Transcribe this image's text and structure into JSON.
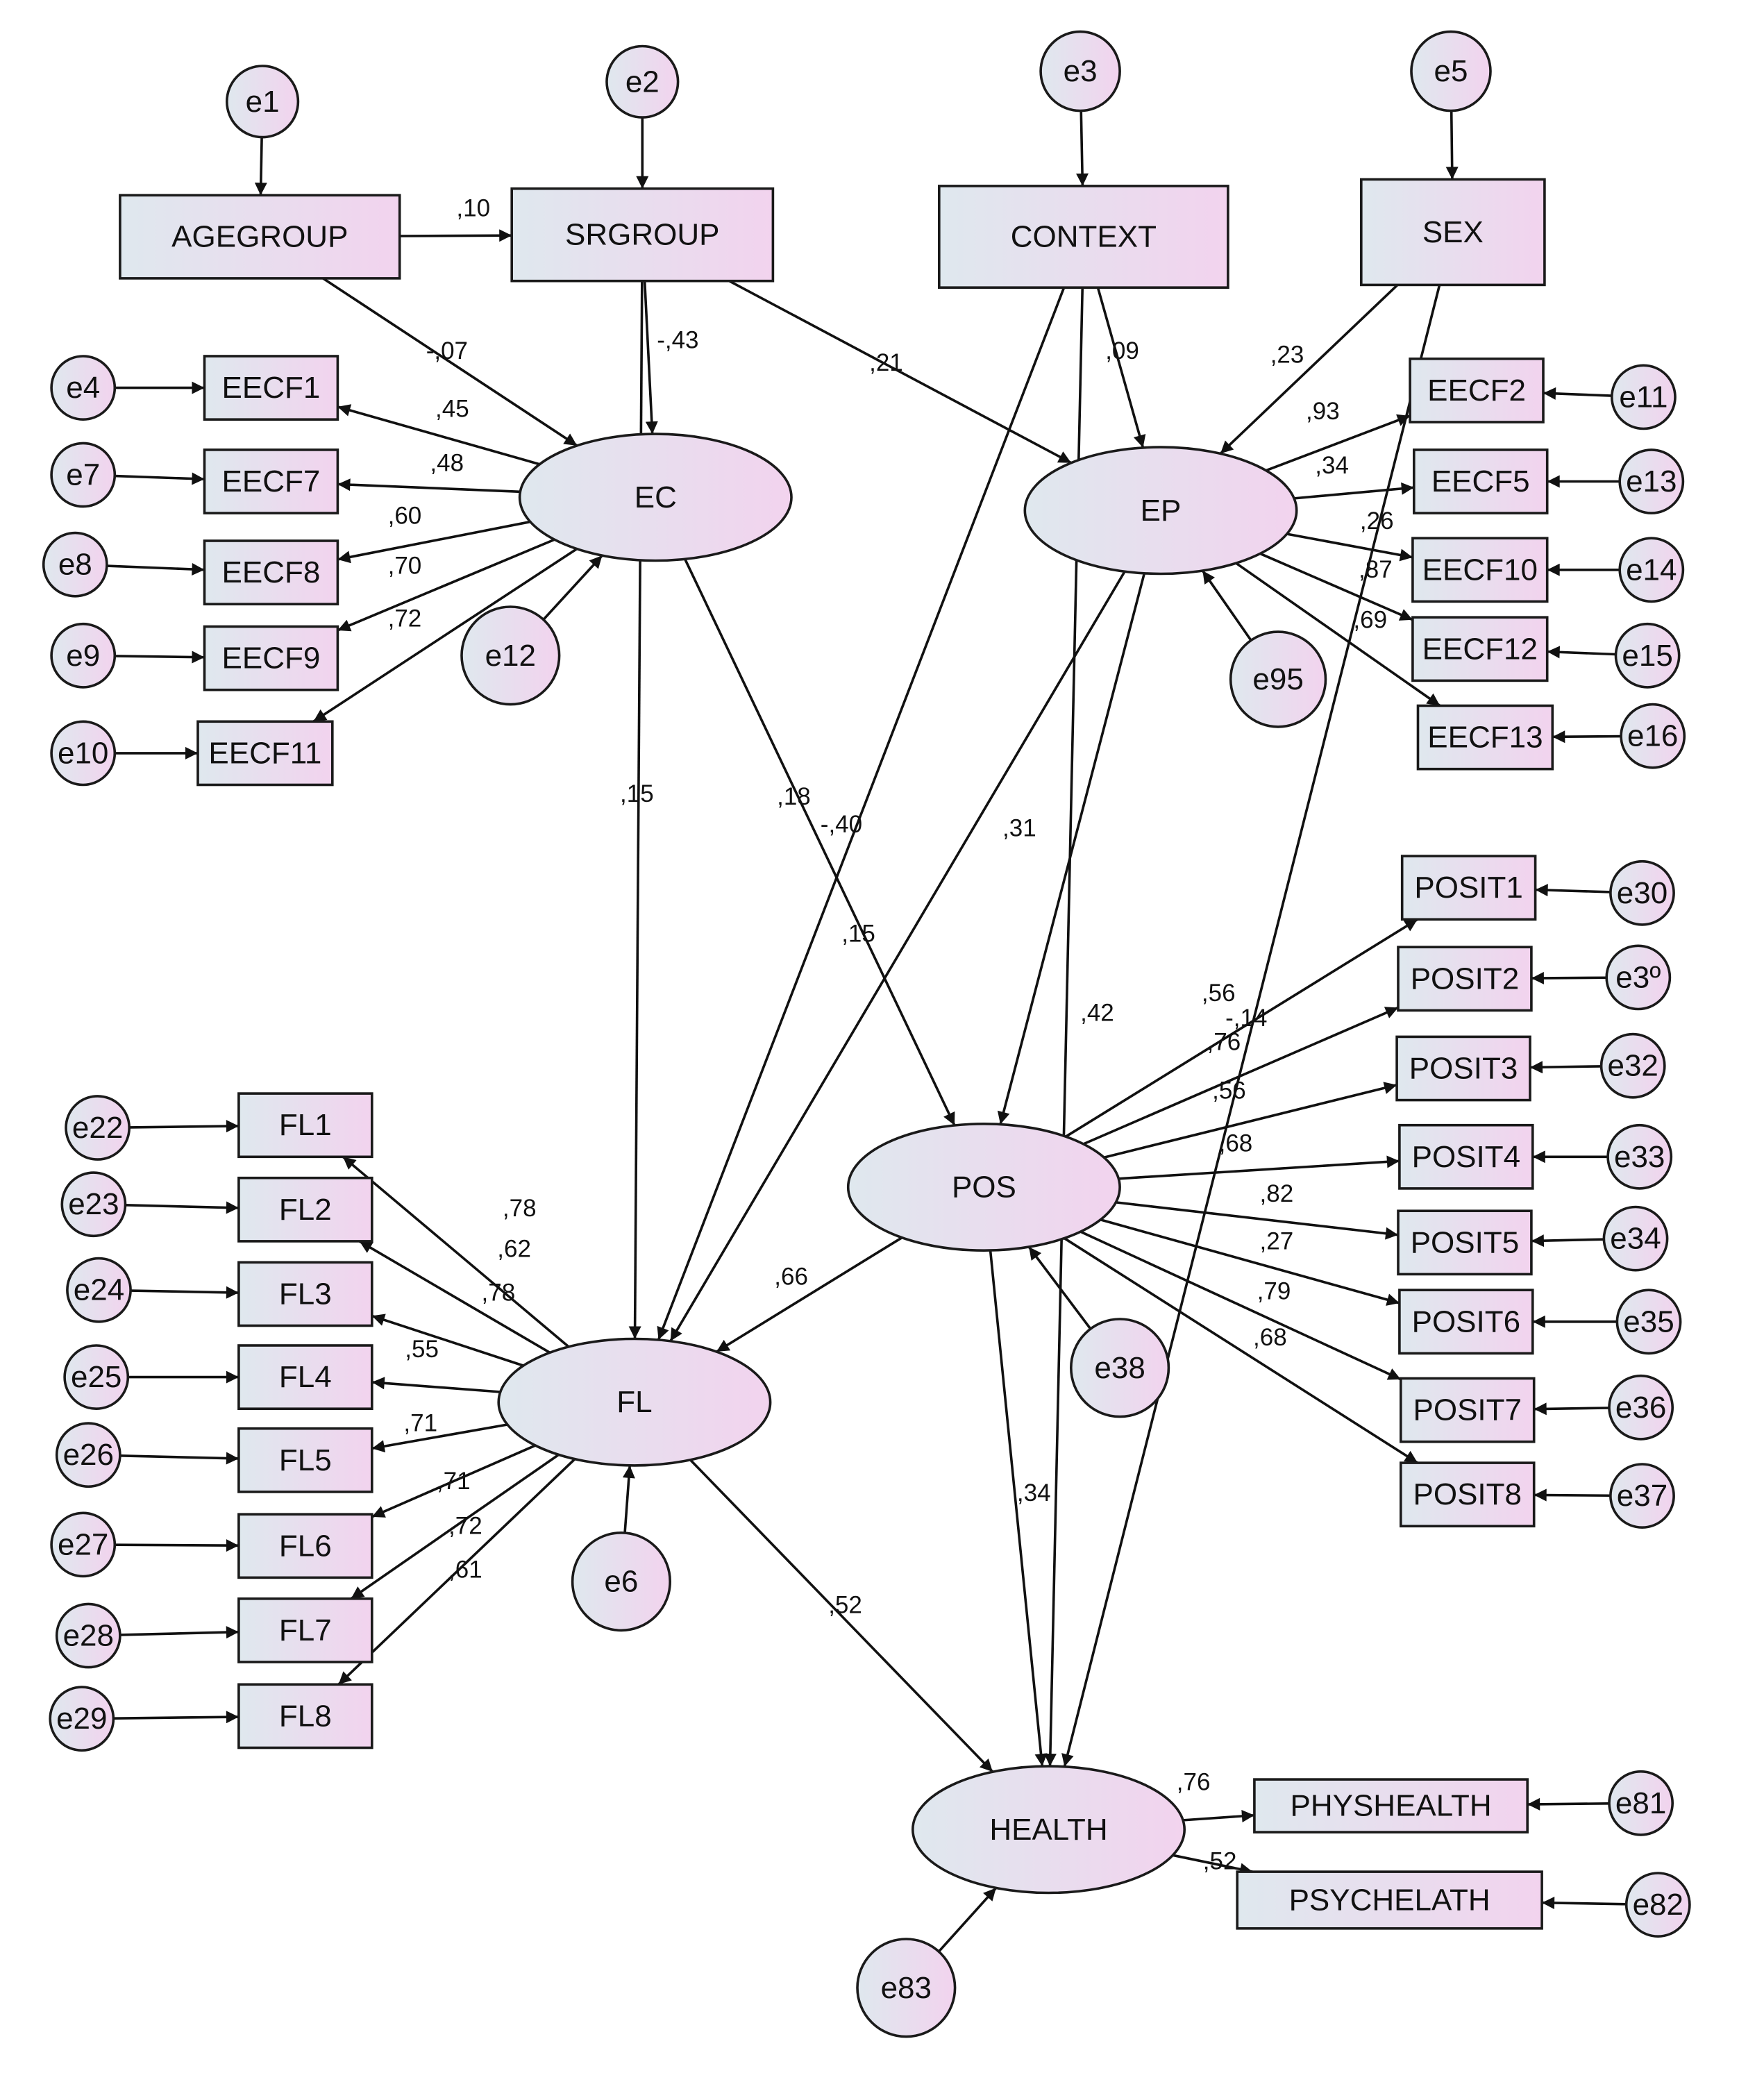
{
  "nodes": [
    {
      "id": "e1",
      "label": "e1",
      "type": "error"
    },
    {
      "id": "e2",
      "label": "e2",
      "type": "error"
    },
    {
      "id": "e3",
      "label": "e3",
      "type": "error"
    },
    {
      "id": "e5",
      "label": "e5",
      "type": "error"
    },
    {
      "id": "AGEGROUP",
      "label": "AGEGROUP",
      "type": "observed"
    },
    {
      "id": "SRGROUP",
      "label": "SRGROUP",
      "type": "observed"
    },
    {
      "id": "CONTEXT",
      "label": "CONTEXT",
      "type": "observed"
    },
    {
      "id": "SEX",
      "label": "SEX",
      "type": "observed"
    },
    {
      "id": "e4",
      "label": "e4",
      "type": "error"
    },
    {
      "id": "e7",
      "label": "e7",
      "type": "error"
    },
    {
      "id": "e8",
      "label": "e8",
      "type": "error"
    },
    {
      "id": "e9",
      "label": "e9",
      "type": "error"
    },
    {
      "id": "e10",
      "label": "e10",
      "type": "error"
    },
    {
      "id": "EECF1",
      "label": "EECF1",
      "type": "observed"
    },
    {
      "id": "EECF7",
      "label": "EECF7",
      "type": "observed"
    },
    {
      "id": "EECF8",
      "label": "EECF8",
      "type": "observed"
    },
    {
      "id": "EECF9",
      "label": "EECF9",
      "type": "observed"
    },
    {
      "id": "EECF11",
      "label": "EECF11",
      "type": "observed"
    },
    {
      "id": "EC",
      "label": "EC",
      "type": "latent"
    },
    {
      "id": "e12",
      "label": "e12",
      "type": "error"
    },
    {
      "id": "EP",
      "label": "EP",
      "type": "latent"
    },
    {
      "id": "e95",
      "label": "e95",
      "type": "error"
    },
    {
      "id": "EECF2",
      "label": "EECF2",
      "type": "observed"
    },
    {
      "id": "EECF5",
      "label": "EECF5",
      "type": "observed"
    },
    {
      "id": "EECF10",
      "label": "EECF10",
      "type": "observed"
    },
    {
      "id": "EECF12",
      "label": "EECF12",
      "type": "observed"
    },
    {
      "id": "EECF13",
      "label": "EECF13",
      "type": "observed"
    },
    {
      "id": "e11",
      "label": "e11",
      "type": "error"
    },
    {
      "id": "e13",
      "label": "e13",
      "type": "error"
    },
    {
      "id": "e14",
      "label": "e14",
      "type": "error"
    },
    {
      "id": "e15",
      "label": "e15",
      "type": "error"
    },
    {
      "id": "e16",
      "label": "e16",
      "type": "error"
    },
    {
      "id": "POSIT1",
      "label": "POSIT1",
      "type": "observed"
    },
    {
      "id": "POSIT2",
      "label": "POSIT2",
      "type": "observed"
    },
    {
      "id": "POSIT3",
      "label": "POSIT3",
      "type": "observed"
    },
    {
      "id": "POSIT4",
      "label": "POSIT4",
      "type": "observed"
    },
    {
      "id": "POSIT5",
      "label": "POSIT5",
      "type": "observed"
    },
    {
      "id": "POSIT6",
      "label": "POSIT6",
      "type": "observed"
    },
    {
      "id": "POSIT7",
      "label": "POSIT7",
      "type": "observed"
    },
    {
      "id": "POSIT8",
      "label": "POSIT8",
      "type": "observed"
    },
    {
      "id": "e30",
      "label": "e30",
      "type": "error"
    },
    {
      "id": "e31",
      "label": "e3º",
      "type": "error"
    },
    {
      "id": "e32",
      "label": "e32",
      "type": "error"
    },
    {
      "id": "e33",
      "label": "e33",
      "type": "error"
    },
    {
      "id": "e34",
      "label": "e34",
      "type": "error"
    },
    {
      "id": "e35",
      "label": "e35",
      "type": "error"
    },
    {
      "id": "e36",
      "label": "e36",
      "type": "error"
    },
    {
      "id": "e37",
      "label": "e37",
      "type": "error"
    },
    {
      "id": "POS",
      "label": "POS",
      "type": "latent"
    },
    {
      "id": "e38",
      "label": "e38",
      "type": "error"
    },
    {
      "id": "FL",
      "label": "FL",
      "type": "latent"
    },
    {
      "id": "e6",
      "label": "e6",
      "type": "error"
    },
    {
      "id": "FL1",
      "label": "FL1",
      "type": "observed"
    },
    {
      "id": "FL2",
      "label": "FL2",
      "type": "observed"
    },
    {
      "id": "FL3",
      "label": "FL3",
      "type": "observed"
    },
    {
      "id": "FL4",
      "label": "FL4",
      "type": "observed"
    },
    {
      "id": "FL5",
      "label": "FL5",
      "type": "observed"
    },
    {
      "id": "FL6",
      "label": "FL6",
      "type": "observed"
    },
    {
      "id": "FL7",
      "label": "FL7",
      "type": "observed"
    },
    {
      "id": "FL8",
      "label": "FL8",
      "type": "observed"
    },
    {
      "id": "e22",
      "label": "e22",
      "type": "error"
    },
    {
      "id": "e23",
      "label": "e23",
      "type": "error"
    },
    {
      "id": "e24",
      "label": "e24",
      "type": "error"
    },
    {
      "id": "e25",
      "label": "e25",
      "type": "error"
    },
    {
      "id": "e26",
      "label": "e26",
      "type": "error"
    },
    {
      "id": "e27",
      "label": "e27",
      "type": "error"
    },
    {
      "id": "e28",
      "label": "e28",
      "type": "error"
    },
    {
      "id": "e29",
      "label": "e29",
      "type": "error"
    },
    {
      "id": "HEALTH",
      "label": "HEALTH",
      "type": "latent"
    },
    {
      "id": "e83",
      "label": "e83",
      "type": "error"
    },
    {
      "id": "PHYSHEALTH",
      "label": "PHYSHEALTH",
      "type": "observed"
    },
    {
      "id": "PSYCHELATH",
      "label": "PSYCHELATH",
      "type": "observed"
    },
    {
      "id": "e81",
      "label": "e81",
      "type": "error"
    },
    {
      "id": "e82",
      "label": "e82",
      "type": "error"
    }
  ],
  "edges": [
    {
      "from": "e1",
      "to": "AGEGROUP",
      "label": ""
    },
    {
      "from": "e2",
      "to": "SRGROUP",
      "label": ""
    },
    {
      "from": "e3",
      "to": "CONTEXT",
      "label": ""
    },
    {
      "from": "e5",
      "to": "SEX",
      "label": ""
    },
    {
      "from": "AGEGROUP",
      "to": "SRGROUP",
      "label": ",10"
    },
    {
      "from": "AGEGROUP",
      "to": "EC",
      "label": "-,07"
    },
    {
      "from": "SRGROUP",
      "to": "EC",
      "label": "-,43"
    },
    {
      "from": "SRGROUP",
      "to": "EP",
      "label": ",21"
    },
    {
      "from": "SRGROUP",
      "to": "FL",
      "label": ",15"
    },
    {
      "from": "CONTEXT",
      "to": "EP",
      "label": ",09"
    },
    {
      "from": "CONTEXT",
      "to": "FL",
      "label": ",18"
    },
    {
      "from": "CONTEXT",
      "to": "HEALTH",
      "label": ",42"
    },
    {
      "from": "SEX",
      "to": "EP",
      "label": ",23"
    },
    {
      "from": "SEX",
      "to": "HEALTH",
      "label": "-,14"
    },
    {
      "from": "e4",
      "to": "EECF1",
      "label": ""
    },
    {
      "from": "e7",
      "to": "EECF7",
      "label": ""
    },
    {
      "from": "e8",
      "to": "EECF8",
      "label": ""
    },
    {
      "from": "e9",
      "to": "EECF9",
      "label": ""
    },
    {
      "from": "e10",
      "to": "EECF11",
      "label": ""
    },
    {
      "from": "EC",
      "to": "EECF1",
      "label": ",45"
    },
    {
      "from": "EC",
      "to": "EECF7",
      "label": ",48"
    },
    {
      "from": "EC",
      "to": "EECF8",
      "label": ",60"
    },
    {
      "from": "EC",
      "to": "EECF9",
      "label": ",70"
    },
    {
      "from": "EC",
      "to": "EECF11",
      "label": ",72"
    },
    {
      "from": "e12",
      "to": "EC",
      "label": ""
    },
    {
      "from": "EC",
      "to": "POS",
      "label": ",15"
    },
    {
      "from": "EP",
      "to": "EECF2",
      "label": ",93"
    },
    {
      "from": "EP",
      "to": "EECF5",
      "label": ",34"
    },
    {
      "from": "EP",
      "to": "EECF10",
      "label": ",26"
    },
    {
      "from": "EP",
      "to": "EECF12",
      "label": ",87"
    },
    {
      "from": "EP",
      "to": "EECF13",
      "label": ",69"
    },
    {
      "from": "e11",
      "to": "EECF2",
      "label": ""
    },
    {
      "from": "e13",
      "to": "EECF5",
      "label": ""
    },
    {
      "from": "e14",
      "to": "EECF10",
      "label": ""
    },
    {
      "from": "e15",
      "to": "EECF12",
      "label": ""
    },
    {
      "from": "e16",
      "to": "EECF13",
      "label": ""
    },
    {
      "from": "e95",
      "to": "EP",
      "label": ""
    },
    {
      "from": "EP",
      "to": "FL",
      "label": "-,40"
    },
    {
      "from": "EP",
      "to": "POS",
      "label": ",31"
    },
    {
      "from": "POS",
      "to": "POSIT1",
      "label": ",56"
    },
    {
      "from": "POS",
      "to": "POSIT2",
      "label": ",76"
    },
    {
      "from": "POS",
      "to": "POSIT3",
      "label": ",56"
    },
    {
      "from": "POS",
      "to": "POSIT4",
      "label": ",68"
    },
    {
      "from": "POS",
      "to": "POSIT5",
      "label": ",82"
    },
    {
      "from": "POS",
      "to": "POSIT6",
      "label": ",27"
    },
    {
      "from": "POS",
      "to": "POSIT7",
      "label": ",79"
    },
    {
      "from": "POS",
      "to": "POSIT8",
      "label": ",68"
    },
    {
      "from": "e30",
      "to": "POSIT1",
      "label": ""
    },
    {
      "from": "e31",
      "to": "POSIT2",
      "label": ""
    },
    {
      "from": "e32",
      "to": "POSIT3",
      "label": ""
    },
    {
      "from": "e33",
      "to": "POSIT4",
      "label": ""
    },
    {
      "from": "e34",
      "to": "POSIT5",
      "label": ""
    },
    {
      "from": "e35",
      "to": "POSIT6",
      "label": ""
    },
    {
      "from": "e36",
      "to": "POSIT7",
      "label": ""
    },
    {
      "from": "e37",
      "to": "POSIT8",
      "label": ""
    },
    {
      "from": "e38",
      "to": "POS",
      "label": ""
    },
    {
      "from": "POS",
      "to": "FL",
      "label": ",66"
    },
    {
      "from": "POS",
      "to": "HEALTH",
      "label": ",34"
    },
    {
      "from": "FL",
      "to": "FL1",
      "label": ",78"
    },
    {
      "from": "FL",
      "to": "FL2",
      "label": ",62"
    },
    {
      "from": "FL",
      "to": "FL3",
      "label": ",78"
    },
    {
      "from": "FL",
      "to": "FL4",
      "label": ",55"
    },
    {
      "from": "FL",
      "to": "FL5",
      "label": ",71"
    },
    {
      "from": "FL",
      "to": "FL6",
      "label": ",71"
    },
    {
      "from": "FL",
      "to": "FL7",
      "label": ",72"
    },
    {
      "from": "FL",
      "to": "FL8",
      "label": ",61"
    },
    {
      "from": "e22",
      "to": "FL1",
      "label": ""
    },
    {
      "from": "e23",
      "to": "FL2",
      "label": ""
    },
    {
      "from": "e24",
      "to": "FL3",
      "label": ""
    },
    {
      "from": "e25",
      "to": "FL4",
      "label": ""
    },
    {
      "from": "e26",
      "to": "FL5",
      "label": ""
    },
    {
      "from": "e27",
      "to": "FL6",
      "label": ""
    },
    {
      "from": "e28",
      "to": "FL7",
      "label": ""
    },
    {
      "from": "e29",
      "to": "FL8",
      "label": ""
    },
    {
      "from": "e6",
      "to": "FL",
      "label": ""
    },
    {
      "from": "FL",
      "to": "HEALTH",
      "label": ",52"
    },
    {
      "from": "HEALTH",
      "to": "PHYSHEALTH",
      "label": ",76"
    },
    {
      "from": "HEALTH",
      "to": "PSYCHELATH",
      "label": ",52"
    },
    {
      "from": "e83",
      "to": "HEALTH",
      "label": ""
    },
    {
      "from": "e81",
      "to": "PHYSHEALTH",
      "label": ""
    },
    {
      "from": "e82",
      "to": "PSYCHELATH",
      "label": ""
    }
  ]
}
